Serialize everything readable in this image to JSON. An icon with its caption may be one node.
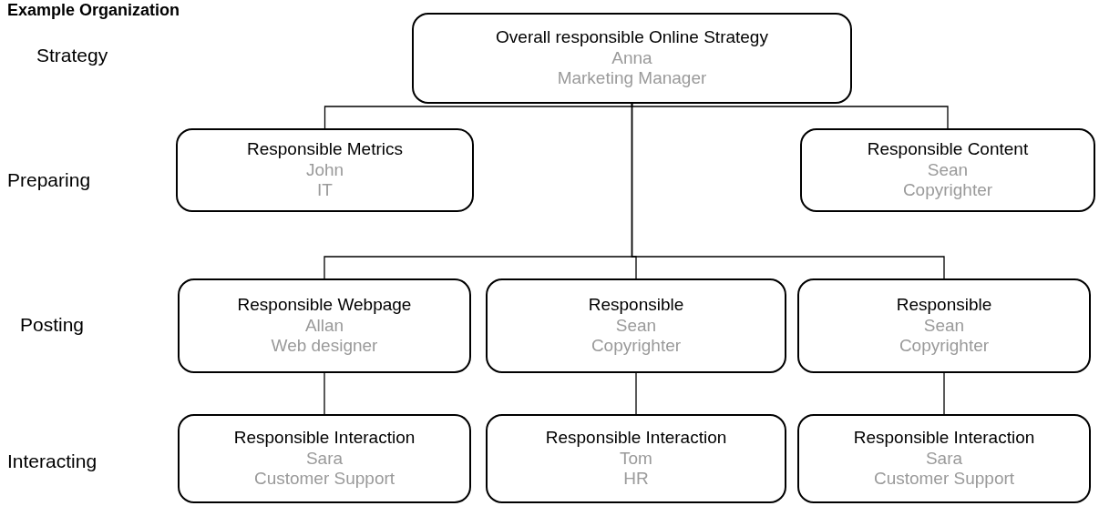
{
  "diagram": {
    "title": "Example Organization",
    "nodes": [
      {
        "text": [
          "Overall responsible Online Strategy",
          "Anna",
          "Marketing Manager"
        ]
      },
      {
        "text": [
          "Responsible Metrics",
          "John",
          "IT"
        ]
      },
      {
        "text": [
          "Responsible Content",
          "Sean",
          "Copyrighter"
        ]
      },
      {
        "text": [
          "Responsible Webpage",
          "Allan",
          "Web designer"
        ]
      },
      {
        "text": [
          "Responsible",
          "Sean",
          "Copyrighter"
        ]
      },
      {
        "text": [
          "Responsible",
          "Sean",
          "Copyrighter"
        ]
      },
      {
        "text": [
          "Responsible Interaction",
          "Sara",
          "Customer Support"
        ]
      },
      {
        "text": [
          "Responsible Interaction",
          "Tom",
          "HR"
        ]
      },
      {
        "text": [
          "Responsible Interaction",
          "Sara",
          "Customer Support"
        ]
      }
    ],
    "edges": [
      {
        "from": 0,
        "to": 1,
        "arrow": "none"
      },
      {
        "from": 0,
        "to": 2,
        "arrow": "none"
      },
      {
        "from": 0,
        "to": 3,
        "arrow": "none"
      },
      {
        "from": 0,
        "to": 4,
        "arrow": "none"
      },
      {
        "from": 0,
        "to": 5,
        "arrow": "none"
      },
      {
        "from": 3,
        "to": 6,
        "arrow": "none"
      },
      {
        "from": 4,
        "to": 7,
        "arrow": "none"
      },
      {
        "from": 5,
        "to": 8,
        "arrow": "none"
      }
    ],
    "labels": [
      "Strategy",
      "Preparing",
      "Posting",
      "Interacting"
    ]
  }
}
